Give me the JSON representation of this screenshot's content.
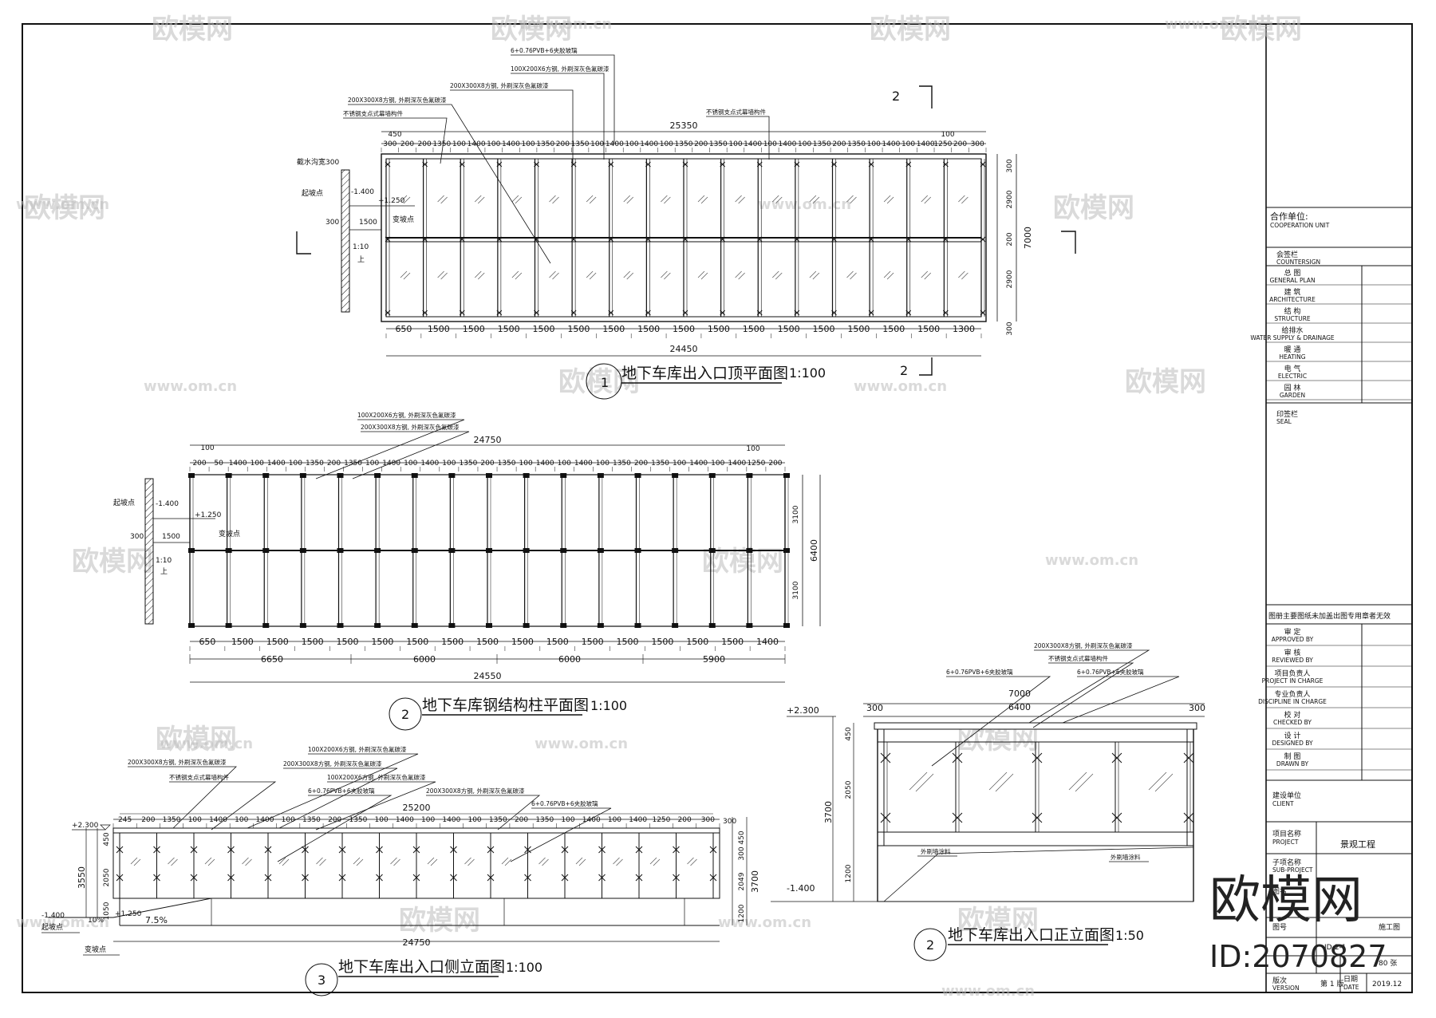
{
  "plan1": {
    "title": "地下车库出入口顶平面图",
    "scale": "1:100",
    "num": "1",
    "overall_top": "25350",
    "overall_bottom": "24450",
    "top_dims": [
      "300",
      "200",
      "200",
      "1350",
      "100",
      "1400",
      "100",
      "1400",
      "100",
      "1350",
      "200",
      "1350",
      "100",
      "1400",
      "100",
      "1400",
      "100",
      "1350",
      "200",
      "1350",
      "100",
      "1400",
      "100",
      "1400",
      "100",
      "1350",
      "200",
      "1350",
      "100",
      "1400",
      "100",
      "1400",
      "1250",
      "200",
      "300"
    ],
    "top_dim_extra": [
      "450",
      "100"
    ],
    "bottom_dims": [
      "650",
      "1500",
      "1500",
      "1500",
      "1500",
      "1500",
      "1500",
      "1500",
      "1500",
      "1500",
      "1500",
      "1500",
      "1500",
      "1500",
      "1500",
      "1500",
      "1300"
    ],
    "right_dims": [
      "300",
      "2900",
      "200",
      "2900",
      "300"
    ],
    "right_total": "7000",
    "left_labels": [
      "截水沟宽300",
      "起坡点",
      "-1.400",
      "+1.250",
      "300",
      "1500",
      "变坡点",
      "1:10",
      "上"
    ],
    "notes": [
      "6+0.76PVB+6夹胶玻璃",
      "100X200X6方钢, 外刷深灰色氟碳漆",
      "200X300X8方钢, 外刷深灰色氟碳漆",
      "200X300X8方钢, 外刷深灰色氟碳漆",
      "不锈钢支点式幕墙构件",
      "不锈钢支点式幕墙构件"
    ],
    "section_mark": "2"
  },
  "plan2": {
    "title": "地下车库钢结构柱平面图",
    "scale": "1:100",
    "num": "2",
    "overall_top": "24750",
    "overall_bottom": "24550",
    "top_dims": [
      "200",
      "50",
      "1400",
      "100",
      "1400",
      "100",
      "1350",
      "200",
      "1350",
      "100",
      "1400",
      "100",
      "1400",
      "100",
      "1350",
      "200",
      "1350",
      "100",
      "1400",
      "100",
      "1400",
      "100",
      "1350",
      "200",
      "1350",
      "100",
      "1400",
      "100",
      "1400",
      "1250",
      "200"
    ],
    "top_dim_extra": [
      "100",
      "100"
    ],
    "bottom_dims": [
      "650",
      "1500",
      "1500",
      "1500",
      "1500",
      "1500",
      "1500",
      "1500",
      "1500",
      "1500",
      "1500",
      "1500",
      "1500",
      "1500",
      "1500",
      "1500",
      "1400"
    ],
    "group_dims": [
      "6650",
      "6000",
      "6000",
      "5900"
    ],
    "right_dims": [
      "3100",
      "3100"
    ],
    "right_total": "6400",
    "left_labels": [
      "起坡点",
      "-1.400",
      "+1.250",
      "300",
      "1500",
      "变坡点",
      "1:10",
      "上"
    ],
    "notes": [
      "100X200X6方钢, 外刷深灰色氟碳漆",
      "200X300X8方钢, 外刷深灰色氟碳漆"
    ]
  },
  "elev3": {
    "title": "地下车库出入口侧立面图",
    "scale": "1:100",
    "num": "3",
    "overall_top": "25200",
    "overall_bottom": "24750",
    "levels": [
      "+2.300",
      "-1.400",
      "+1.250",
      "7.5%",
      "10%"
    ],
    "left_dims": [
      "450",
      "2050",
      "1050",
      "3550"
    ],
    "right_dims": [
      "300",
      "450",
      "300",
      "2049",
      "1200",
      "3700"
    ],
    "top_dims": [
      "245",
      "200",
      "1350",
      "100",
      "1400",
      "100",
      "1400",
      "100",
      "1350",
      "200",
      "1350",
      "100",
      "1400",
      "100",
      "1400",
      "100",
      "1350",
      "200",
      "1350",
      "100",
      "1400",
      "100",
      "1400",
      "1250",
      "200",
      "300"
    ],
    "bottom_labels": [
      "起坡点",
      "变坡点"
    ],
    "notes": [
      "100X200X6方钢, 外刷深灰色氟碳漆",
      "200X300X8方钢, 外刷深灰色氟碳漆",
      "200X300X8方钢, 外刷深灰色氟碳漆",
      "不锈钢支点式幕墙构件",
      "100X200X6方钢, 外刷深灰色氟碳漆",
      "6+0.76PVB+6夹胶玻璃",
      "200X300X8方钢, 外刷深灰色氟碳漆",
      "6+0.76PVB+6夹胶玻璃"
    ]
  },
  "elev2": {
    "title": "地下车库出入口正立面图",
    "scale": "1:50",
    "num": "2",
    "top_total": "7000",
    "top_inner": "6400",
    "top_side": [
      "300",
      "300"
    ],
    "levels": [
      "+2.300",
      "-1.400"
    ],
    "left_dims": [
      "450",
      "2050",
      "3700",
      "1200"
    ],
    "labels": [
      "外刷墙涂料",
      "外刷墙涂料"
    ],
    "notes": [
      "200X300X8方钢, 外刷深灰色氟碳漆",
      "不锈钢支点式幕墙构件",
      "6+0.76PVB+6夹胶玻璃",
      "6+0.76PVB+6夹胶玻璃"
    ]
  },
  "titleblock": {
    "coop": "合作单位:",
    "coop_en": "COOPERATION UNIT",
    "sign": "会签栏",
    "sign_en": "COUNTERSIGN",
    "disciplines": [
      {
        "cn": "总  图",
        "en": "GENERAL PLAN"
      },
      {
        "cn": "建  筑",
        "en": "ARCHITECTURE"
      },
      {
        "cn": "结  构",
        "en": "STRUCTURE"
      },
      {
        "cn": "给排水",
        "en": "WATER SUPPLY & DRAINAGE"
      },
      {
        "cn": "暖  通",
        "en": "HEATING"
      },
      {
        "cn": "电  气",
        "en": "ELECTRIC"
      },
      {
        "cn": "园  林",
        "en": "GARDEN"
      }
    ],
    "stamp": "印签栏",
    "stamp_en": "SEAL",
    "notice": "图册主要图纸未加盖出图专用章者无效",
    "roles": [
      {
        "cn": "审  定",
        "en": "APPROVED BY"
      },
      {
        "cn": "审  核",
        "en": "REVIEWED BY"
      },
      {
        "cn": "项目负责人",
        "en": "PROJECT IN CHARGE"
      },
      {
        "cn": "专业负责人",
        "en": "DISCIPLINE IN CHARGE"
      },
      {
        "cn": "校  对",
        "en": "CHECKED BY"
      },
      {
        "cn": "设  计",
        "en": "DESIGNED BY"
      },
      {
        "cn": "制  图",
        "en": "DRAWN BY"
      }
    ],
    "client": "建设单位",
    "client_en": "CLIENT",
    "project_label": "项目名称",
    "project_en": "PROJECT",
    "project": "景观工程",
    "sub_label": "子项名称",
    "sub_en": "SUB-PROJECT",
    "drawing_label": "图名",
    "drawing_no_label": "图号",
    "stage": "施工图",
    "sheets": "80 张",
    "drawing_no": "JD-2-1",
    "edition_label": "版次",
    "edition_en": "VERSION",
    "edition": "第 1 版",
    "date_label": "日期",
    "date_en": "DATE",
    "date": "2019.12"
  },
  "watermark": {
    "brand": "欧模网",
    "url": "www.om.cn",
    "big": "欧模网",
    "id": "ID:2070827"
  }
}
